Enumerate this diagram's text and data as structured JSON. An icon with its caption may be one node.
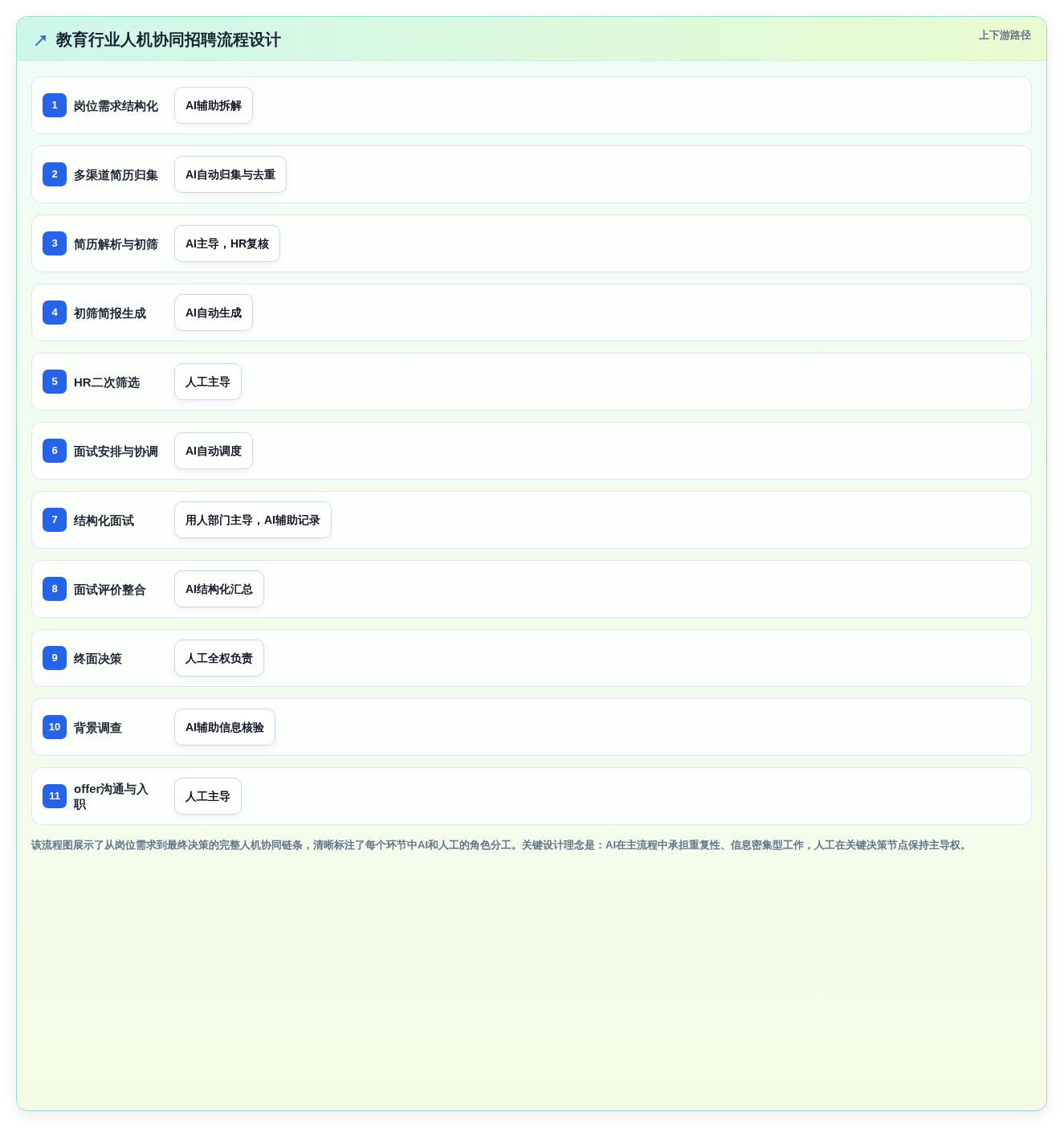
{
  "diagram": {
    "title": "教育行业人机协同招聘流程设计",
    "nodes": [
      {
        "text": [
          "岗位需求结构化"
        ]
      },
      {
        "text": [
          "1"
        ],
        "in": 0
      },
      {
        "text": [
          "AI辅助拆解"
        ],
        "in": 0
      },
      {
        "text": [
          "多渠道简历归集"
        ]
      },
      {
        "text": [
          "2"
        ],
        "in": 3
      },
      {
        "text": [
          "AI自动归集与去重"
        ],
        "in": 3
      },
      {
        "text": [
          "简历解析与初筛"
        ]
      },
      {
        "text": [
          "3"
        ],
        "in": 6
      },
      {
        "text": [
          "AI主导，HR复核"
        ],
        "in": 6
      },
      {
        "text": [
          "初筛简报生成"
        ]
      },
      {
        "text": [
          "4"
        ],
        "in": 9
      },
      {
        "text": [
          "AI自动生成"
        ],
        "in": 9
      },
      {
        "text": [
          "HR二次筛选"
        ]
      },
      {
        "text": [
          "5"
        ],
        "in": 12
      },
      {
        "text": [
          "人工主导"
        ],
        "in": 12
      },
      {
        "text": [
          "面试安排与协调"
        ]
      },
      {
        "text": [
          "6"
        ],
        "in": 15
      },
      {
        "text": [
          "AI自动调度"
        ],
        "in": 15
      },
      {
        "text": [
          "结构化面试"
        ]
      },
      {
        "text": [
          "7"
        ],
        "in": 18
      },
      {
        "text": [
          "用人部门主导，AI辅助记录"
        ],
        "in": 18
      },
      {
        "text": [
          "面试评价整合"
        ]
      },
      {
        "text": [
          "8"
        ],
        "in": 21
      },
      {
        "text": [
          "AI结构化汇总"
        ],
        "in": 21
      },
      {
        "text": [
          "终面决策"
        ]
      },
      {
        "text": [
          "9"
        ],
        "in": 24
      },
      {
        "text": [
          "人工全权负责"
        ],
        "in": 24
      },
      {
        "text": [
          "背景调查"
        ]
      },
      {
        "text": [
          "10"
        ],
        "in": 27
      },
      {
        "text": [
          "AI辅助信息核验"
        ],
        "in": 27
      },
      {
        "text": [
          "offer沟通与入职"
        ]
      },
      {
        "text": [
          "11"
        ],
        "in": 30
      },
      {
        "text": [
          "人工主导"
        ],
        "in": 30
      }
    ],
    "labels": [
      "上下游路径"
    ],
    "caption": "该流程图展示了从岗位需求到最终决策的完整人机协同链条，清晰标注了每个环节中AI和人工的角色分工。关键设计理念是：AI在主流程中承担重复性、信息密集型工作，人工在关键决策节点保持主导权。"
  }
}
